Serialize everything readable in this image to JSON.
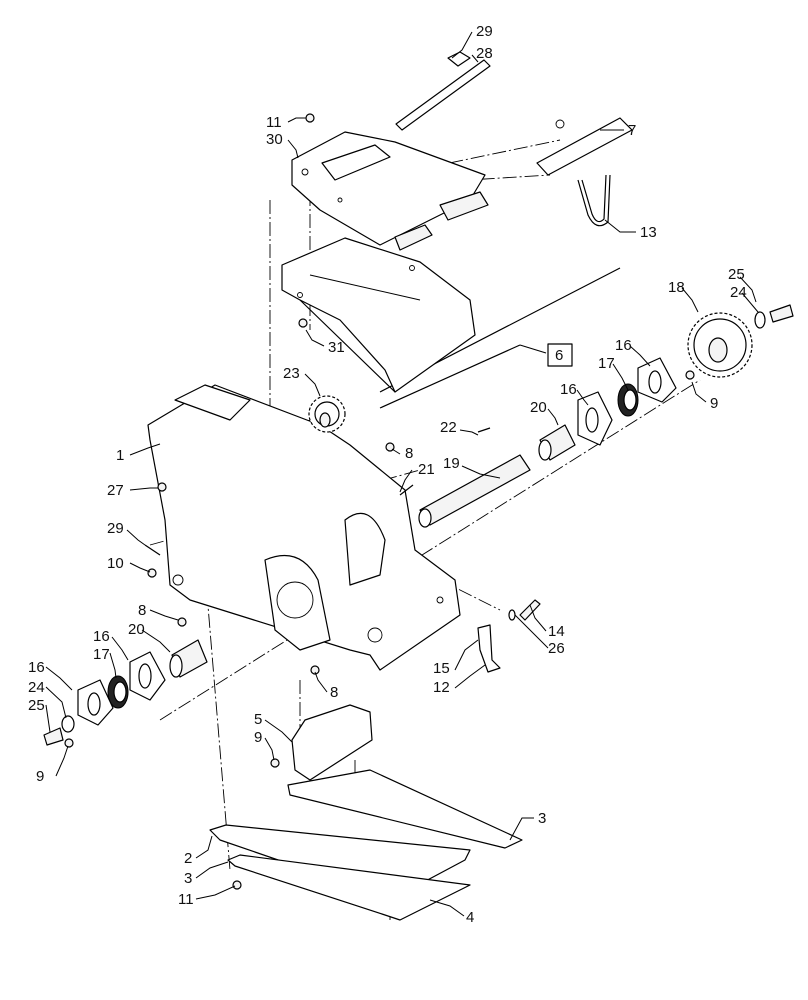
{
  "callouts": {
    "c1": "1",
    "c2": "2",
    "c3a": "3",
    "c3b": "3",
    "c4": "4",
    "c5": "5",
    "c6": "6",
    "c7": "7",
    "c8a": "8",
    "c8b": "8",
    "c8c": "8",
    "c9a": "9",
    "c9b": "9",
    "c9c": "9",
    "c10": "10",
    "c11a": "11",
    "c11b": "11",
    "c12": "12",
    "c13": "13",
    "c14": "14",
    "c15": "15",
    "c16a": "16",
    "c16b": "16",
    "c16c": "16",
    "c16d": "16",
    "c17a": "17",
    "c17b": "17",
    "c18": "18",
    "c19": "19",
    "c20a": "20",
    "c20b": "20",
    "c21": "21",
    "c22": "22",
    "c23": "23",
    "c24a": "24",
    "c24b": "24",
    "c25a": "25",
    "c25b": "25",
    "c26": "26",
    "c27": "27",
    "c28": "28",
    "c29a": "29",
    "c29b": "29",
    "c30": "30",
    "c31": "31"
  },
  "colors": {
    "line": "#000000",
    "paper": "#ffffff"
  }
}
